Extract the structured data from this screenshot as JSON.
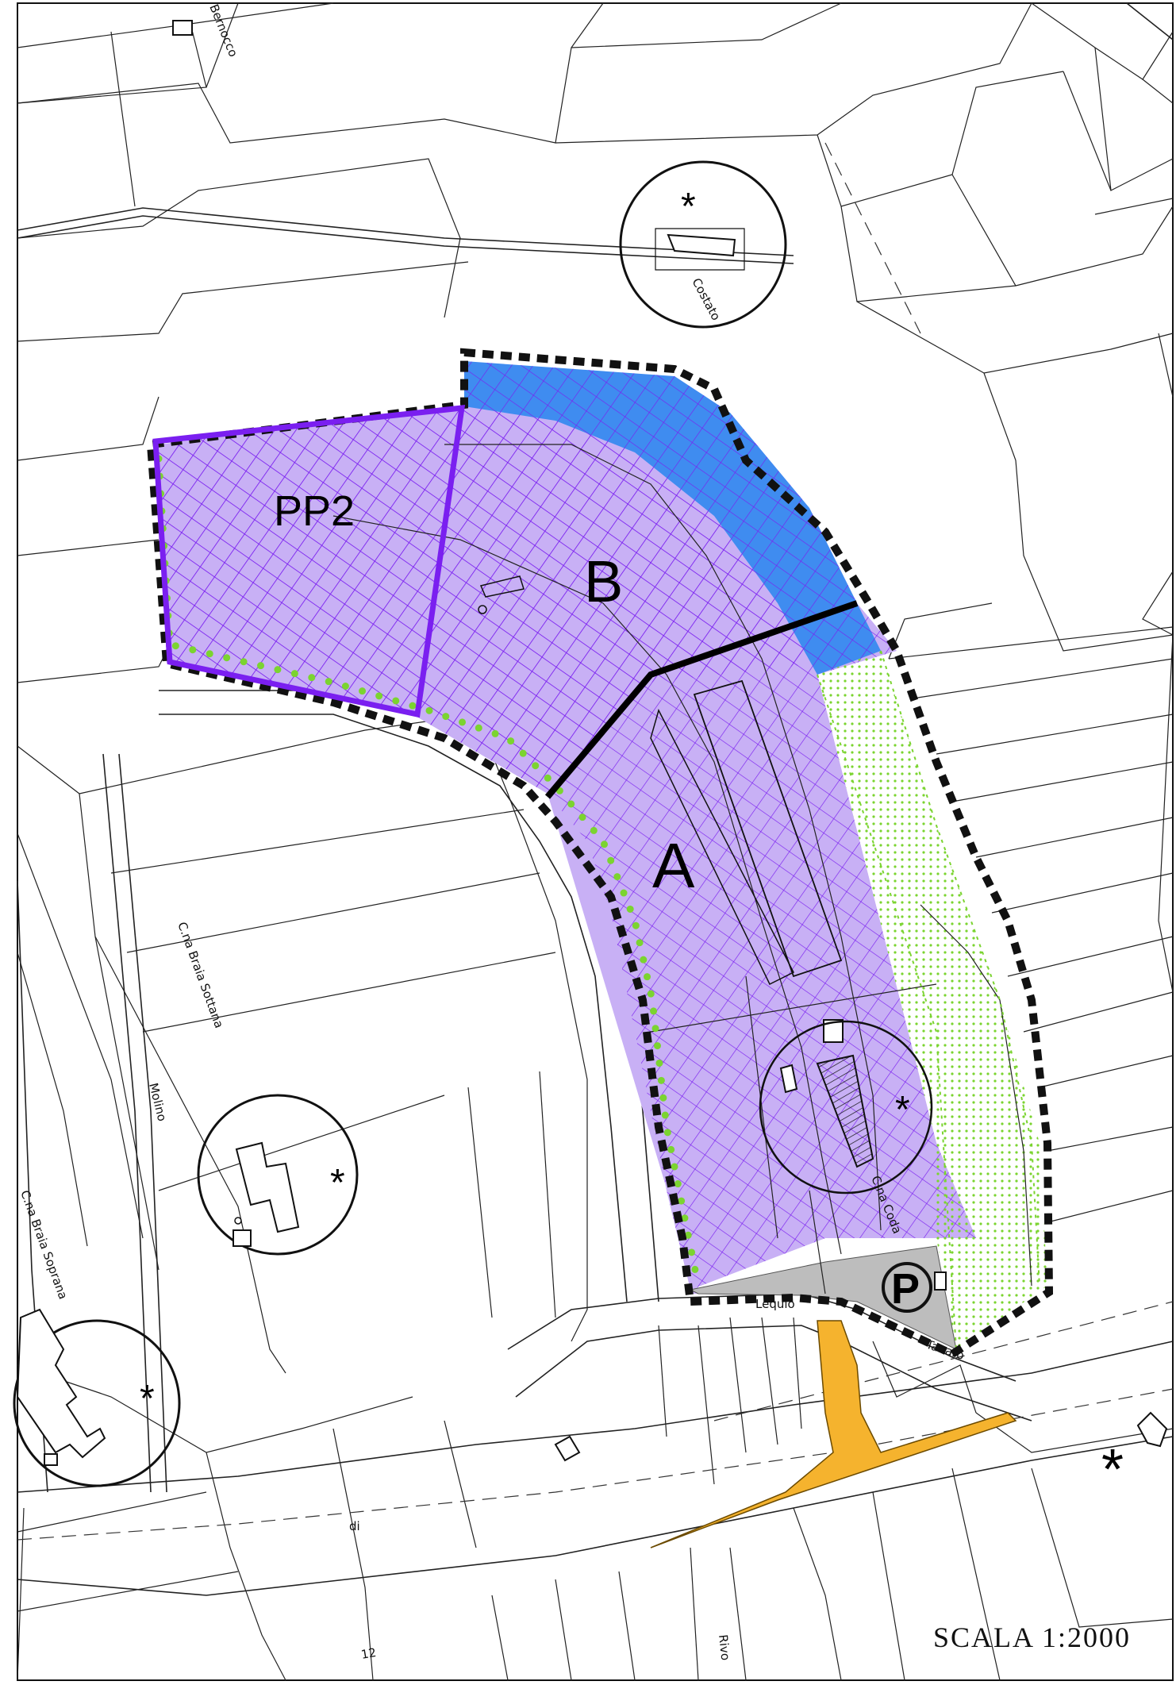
{
  "zones": {
    "pp2_label": "PP2",
    "a_label": "A",
    "b_label": "B",
    "parking_label": "P",
    "heritage_symbol": "*"
  },
  "streets": {
    "bernocco": "Bernocco",
    "costato": "Costato",
    "braia_sottana": "C.na  Braia  Sottana",
    "molino": "Molino",
    "braia_soprana": "C.na  Braia  Soprana",
    "cona_coda": "C.na  Coda",
    "regione_lequio": "Lequio",
    "tanaro": "Tanaro",
    "di": "di",
    "rivo": "Rivo",
    "num_12": "12"
  },
  "scale_text": "SCALA  1:2000",
  "colors": {
    "purple_outline": "#7a1ff0",
    "purple_fill": "#c8b0f5",
    "purple_hatch": "#7a1ff0",
    "blue_fill": "#3f8cf0",
    "green_dots": "#7bd430",
    "grey_parking": "#bdbdbd",
    "orange_road": "#f5b32e",
    "black": "#000000"
  },
  "icons": [
    "asterisk-icon",
    "parking-icon"
  ]
}
